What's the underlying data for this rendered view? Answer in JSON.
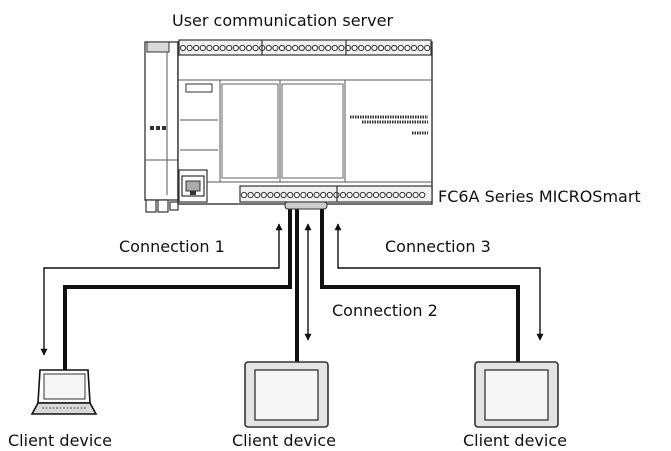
{
  "title": "User communication server",
  "plc_label": "FC6A Series MICROSmart",
  "connections": [
    {
      "label": "Connection 1"
    },
    {
      "label": "Connection 2"
    },
    {
      "label": "Connection 3"
    }
  ],
  "clients": [
    {
      "label": "Client device",
      "device": "laptop-icon"
    },
    {
      "label": "Client device",
      "device": "touch-panel-icon"
    },
    {
      "label": "Client device",
      "device": "touch-panel-icon"
    }
  ],
  "colors": {
    "line": "#111111",
    "device_fill": "#e4e4e4",
    "device_stroke": "#333333",
    "screen_fill": "#f6f6f6"
  }
}
